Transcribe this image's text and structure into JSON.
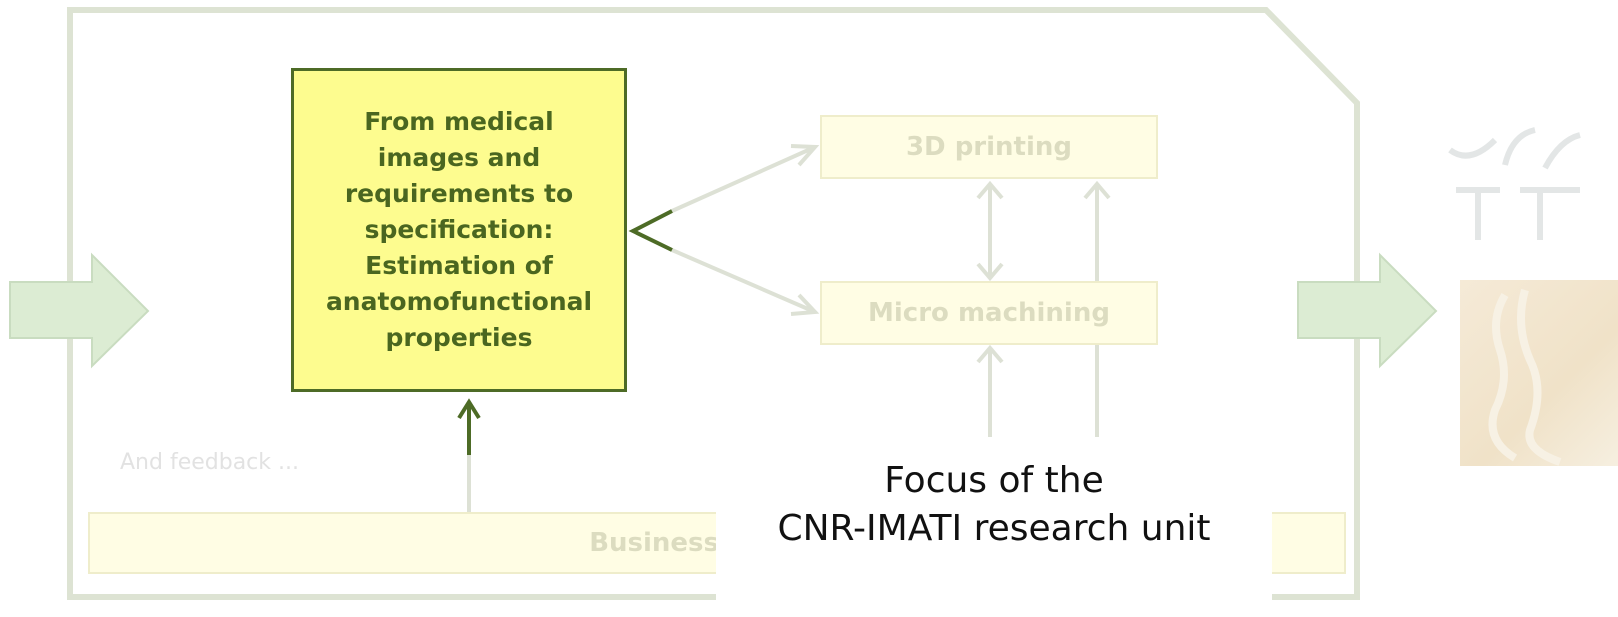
{
  "diagram": {
    "main_box": {
      "lines": [
        "From medical",
        "images and",
        "requirements to",
        "specification:",
        "Estimation of",
        "anatomofunctional",
        "properties"
      ]
    },
    "print_box": {
      "label": "3D printing"
    },
    "micro_box": {
      "label": "Micro machining"
    },
    "business_box": {
      "label": "Business model a"
    },
    "feedback_text": "And feedback ...",
    "focus_callout": {
      "line1": "Focus of the",
      "line2": "CNR-IMATI research unit"
    },
    "colors": {
      "highlight_fill": "#fdfc8f",
      "highlight_stroke": "#4d6b26",
      "faded_fill": "#fffde4",
      "faded_stroke": "#efedcb",
      "outline": "#dde3d3",
      "arrow_faded": "#dde1d5",
      "big_arrow_fill": "#d8ebcf"
    }
  }
}
